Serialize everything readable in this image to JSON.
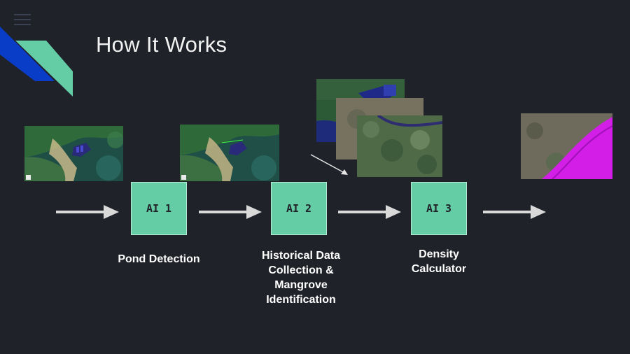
{
  "slide": {
    "title": "How It Works"
  },
  "colors": {
    "background": "#1f2229",
    "accent_green": "#65cda5",
    "accent_blue": "#0a3dc7",
    "highlight_magenta": "#d21ee6"
  },
  "icons": {
    "menu": "hamburger-menu-icon",
    "flow_arrow": "right-arrow-icon"
  },
  "steps": [
    {
      "ai_label": "AI 1",
      "caption_lines": [
        "Pond Detection"
      ]
    },
    {
      "ai_label": "AI 2",
      "caption_lines": [
        "Historical Data",
        "Collection &",
        "Mangrove",
        "Identification"
      ]
    },
    {
      "ai_label": "AI 3",
      "caption_lines": [
        "Density",
        "Calculator"
      ]
    }
  ]
}
